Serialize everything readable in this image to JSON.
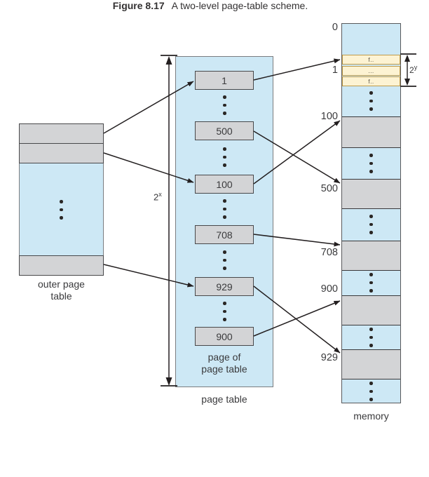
{
  "figure": {
    "caption_label": "Figure 8.17",
    "caption_text": "A two-level page-table scheme."
  },
  "outer_table": {
    "label_line1": "outer page",
    "label_line2": "table"
  },
  "dimension_markers": {
    "x_base": "2",
    "x_sup": "x",
    "y_base": "2",
    "y_sup": "y"
  },
  "page_table": {
    "entries": [
      "1",
      "500",
      "100",
      "708",
      "929",
      "900"
    ],
    "inner_label_line1": "page of",
    "inner_label_line2": "page table",
    "label": "page table"
  },
  "memory": {
    "label": "memory",
    "addresses": [
      "0",
      "1",
      "100",
      "500",
      "708",
      "900",
      "929"
    ],
    "frame_rows": [
      "f..",
      "...",
      "f.."
    ]
  },
  "colors": {
    "table_blue": "#cde8f5",
    "cell_gray": "#d3d4d6",
    "frame_yellow_fill": "#fdf3d3",
    "frame_yellow_border": "#bf9b4a",
    "line_black": "#231f20"
  }
}
